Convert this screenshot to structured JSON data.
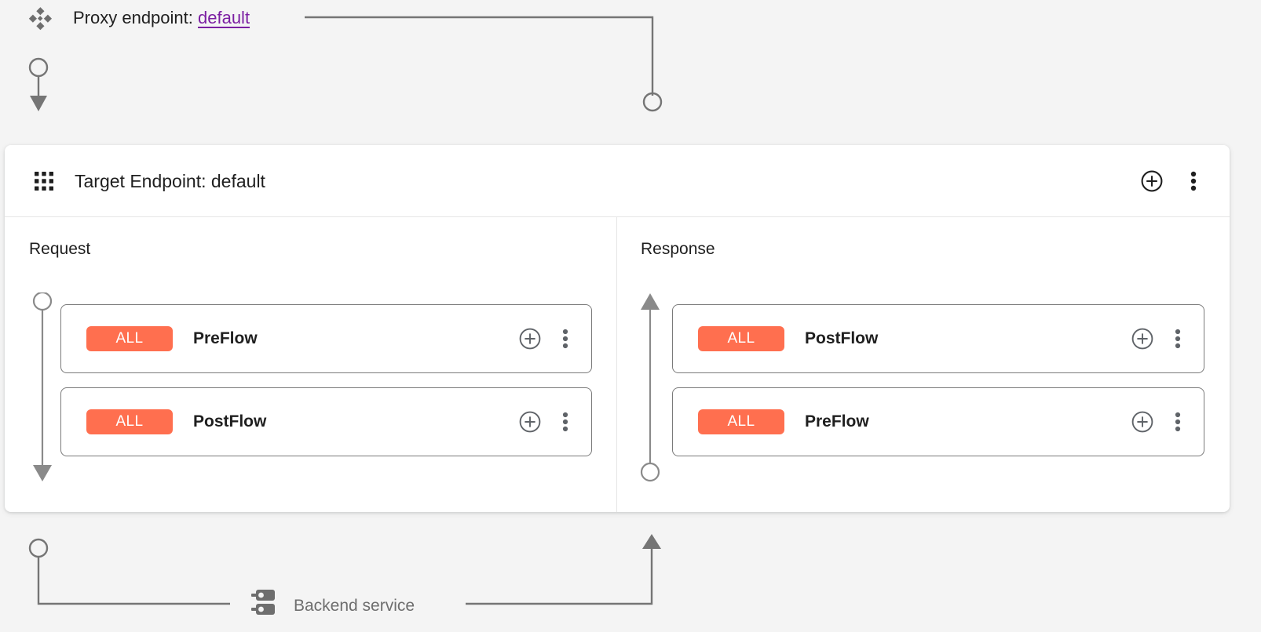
{
  "colors": {
    "page_background": "#f4f4f4",
    "card_background": "#ffffff",
    "badge_orange": "#ff6f4f",
    "link_purple": "#7b1fa2",
    "connector_gray": "#757575",
    "muted_text": "#6e6e6e"
  },
  "proxy": {
    "icon": "diamond-cluster-icon",
    "label_prefix": "Proxy endpoint:",
    "link_text": "default"
  },
  "card": {
    "icon": "apps-grid-icon",
    "title": "Target Endpoint: default",
    "actions": [
      {
        "name": "add-icon",
        "glyph": "plus-circle"
      },
      {
        "name": "more-options-icon",
        "glyph": "three-dots-vertical"
      }
    ]
  },
  "columns": [
    {
      "id": "request",
      "title": "Request",
      "direction": "down",
      "rows": [
        {
          "badge": "ALL",
          "name": "PreFlow",
          "add_icon": "add-icon",
          "menu_icon": "more-options-icon"
        },
        {
          "badge": "ALL",
          "name": "PostFlow",
          "add_icon": "add-icon",
          "menu_icon": "more-options-icon"
        }
      ]
    },
    {
      "id": "response",
      "title": "Response",
      "direction": "up",
      "rows": [
        {
          "badge": "ALL",
          "name": "PostFlow",
          "add_icon": "add-icon",
          "menu_icon": "more-options-icon"
        },
        {
          "badge": "ALL",
          "name": "PreFlow",
          "add_icon": "add-icon",
          "menu_icon": "more-options-icon"
        }
      ]
    }
  ],
  "backend": {
    "icon": "server-rack-icon",
    "label": "Backend service"
  }
}
